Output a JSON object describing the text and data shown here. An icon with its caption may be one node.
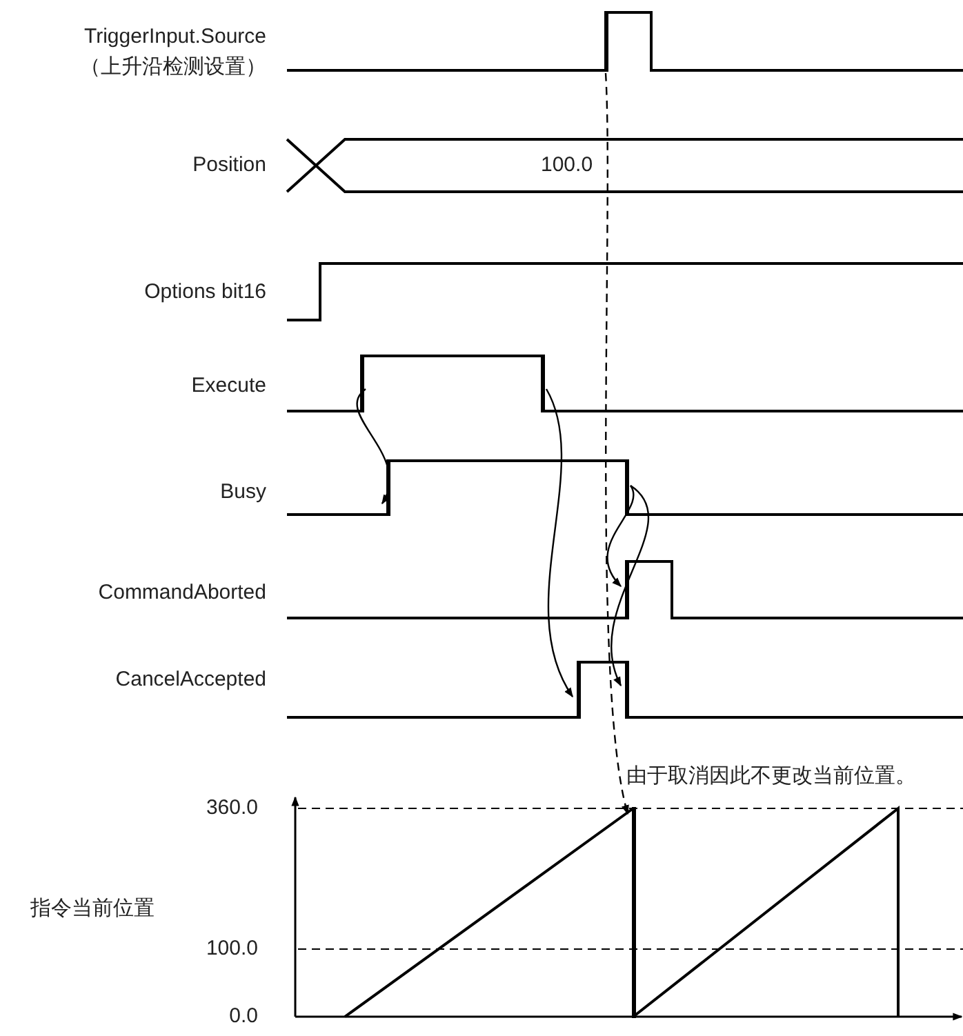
{
  "diagram": {
    "nodes": [
      {
        "text": [],
        "shape": "bar"
      },
      {
        "text": [],
        "shape": "bar"
      },
      {
        "text": [],
        "shape": "bar"
      },
      {
        "text": [],
        "shape": "bar"
      },
      {
        "text": [],
        "shape": "bar"
      },
      {
        "text": [],
        "shape": "bar"
      },
      {
        "text": [],
        "shape": "bar"
      },
      {
        "text": [],
        "shape": "bar"
      },
      {
        "text": [],
        "shape": "bar"
      }
    ],
    "edges": [
      {
        "from": 1,
        "to": 3,
        "arrow": "to"
      },
      {
        "from": 2,
        "to": 6,
        "arrow": "to"
      },
      {
        "from": 4,
        "to": 5,
        "arrow": "to"
      },
      {
        "from": 4,
        "to": 7,
        "arrow": "to"
      },
      {
        "from": 0,
        "to": 8,
        "arrow": "to",
        "style": "dashed"
      }
    ],
    "labels": [
      "TriggerInput.Source",
      "（上升沿检测设置）",
      "Position",
      "100.0",
      "Options bit16",
      "Execute",
      "Busy",
      "CommandAborted",
      "CancelAccepted",
      "由于取消因此不更改当前位置。",
      "360.0",
      "指令当前位置",
      "100.0",
      "0.0"
    ]
  }
}
